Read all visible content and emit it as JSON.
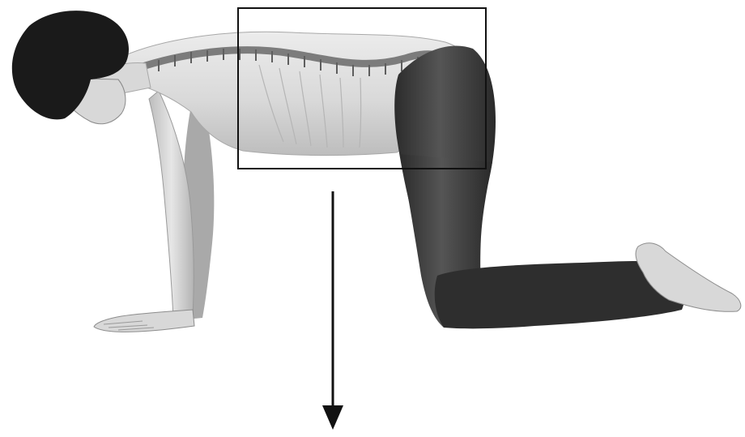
{
  "scene": {
    "subject": "person-on-hands-and-knees",
    "highlight": "spine-region-box",
    "indicator": "downward-arrow"
  },
  "colors": {
    "background": "#ffffff",
    "hair": "#1a1a1a",
    "skin": "#d8d8d8",
    "skin_shade": "#a9a9a9",
    "spine": "#7c7c7c",
    "leggings": "#3c3c3c",
    "leggings_dark": "#262626",
    "frame": "#111111",
    "arrow": "#111111"
  }
}
